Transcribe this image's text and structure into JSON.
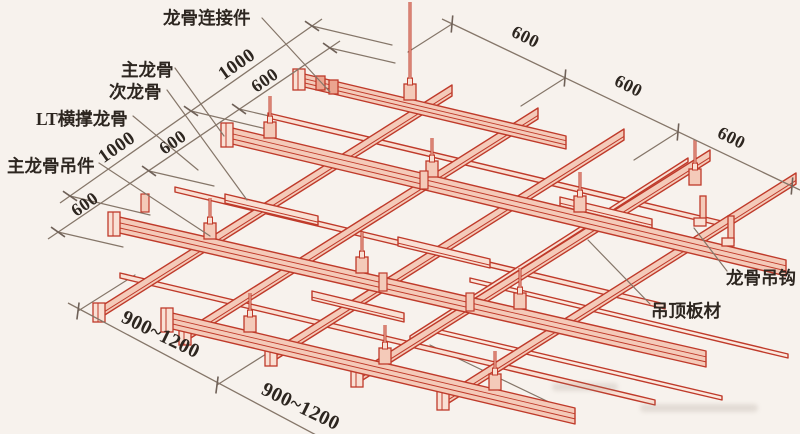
{
  "diagram": {
    "kind": "suspended-ceiling-keel-structure",
    "part_labels": [
      {
        "id": "keel_connector",
        "text": "龙骨连接件"
      },
      {
        "id": "main_keel",
        "text": "主龙骨"
      },
      {
        "id": "secondary_keel",
        "text": "次龙骨"
      },
      {
        "id": "lt_cross_brace_keel",
        "text": "LT横撑龙骨"
      },
      {
        "id": "main_keel_hanger",
        "text": "主龙骨吊件"
      },
      {
        "id": "keel_hook",
        "text": "龙骨吊钩"
      },
      {
        "id": "ceiling_panel",
        "text": "吊顶板材"
      }
    ],
    "dimensions": {
      "left_outer": {
        "values": [
          "1000",
          "1000"
        ]
      },
      "left_inner": {
        "values": [
          "600",
          "600",
          "600"
        ]
      },
      "right": {
        "values": [
          "600",
          "600",
          "600"
        ]
      },
      "bottom": {
        "values": [
          "900~1200",
          "900~1200"
        ]
      }
    },
    "colors": {
      "keel_red": "#bf3a2a",
      "keel_fill": "#f4cab9",
      "keel_fill_light": "#f9e0d4",
      "line_gray": "#857669",
      "text_dark": "#2d2620",
      "background": "#f7f2ed"
    }
  }
}
